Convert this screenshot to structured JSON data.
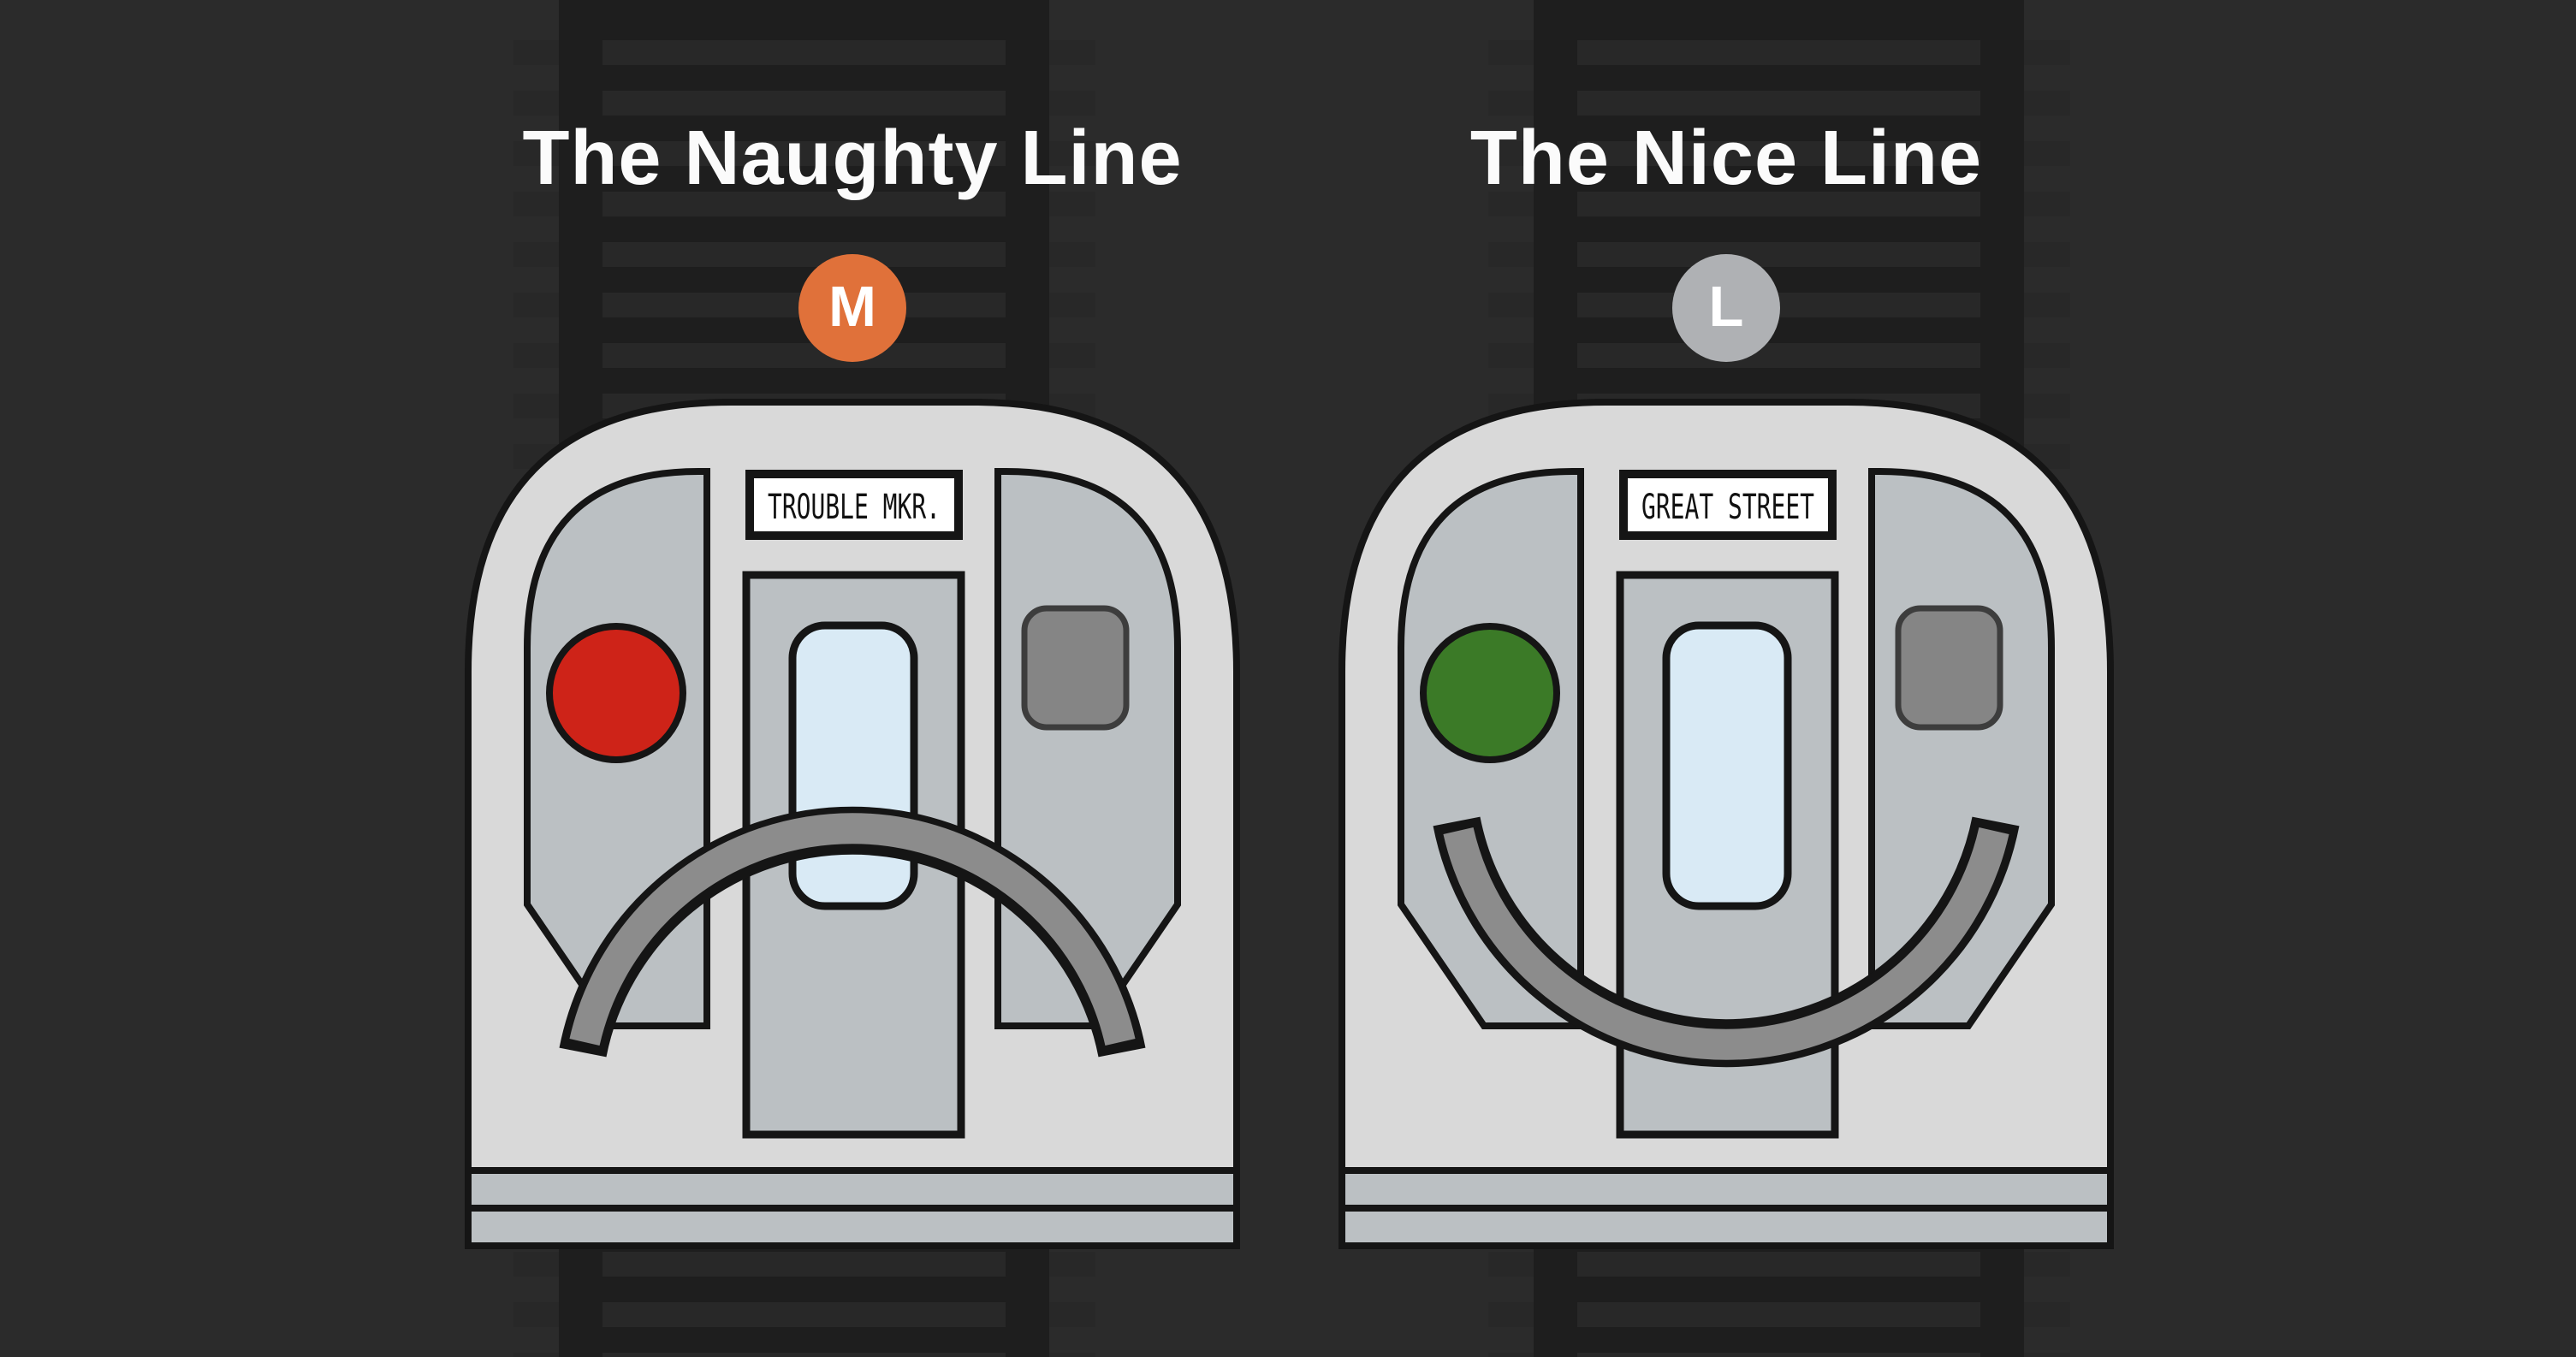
{
  "canvas": {
    "background": "#2B2B2B",
    "track_dark": "#1E1E1E",
    "tie_color": "#282828"
  },
  "train_colors": {
    "body": "#D9D9D9",
    "panel": "#BBC0C3",
    "band": "#BBC0C3",
    "window": "#D9EAF5",
    "small_window": "#858585",
    "mouth": "#8C8C8C",
    "sign_bg": "#FFFFFF",
    "outline": "#151515"
  },
  "naughty": {
    "title": "The Naughty Line",
    "badge_letter": "M",
    "badge_color": "#E0713A",
    "sign": "TROUBLE MKR.",
    "light_color": "#CE2318",
    "mouth": "frown"
  },
  "nice": {
    "title": "The Nice Line",
    "badge_letter": "L",
    "badge_color": "#AFB1B4",
    "sign": "GREAT STREET",
    "light_color": "#3B7A27",
    "mouth": "smile"
  }
}
